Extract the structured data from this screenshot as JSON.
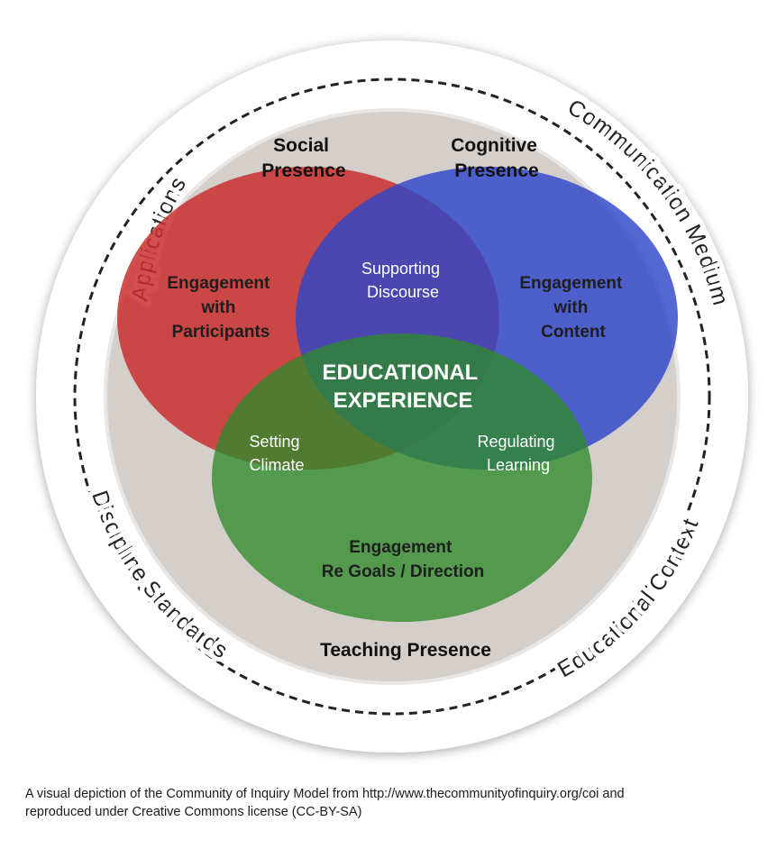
{
  "diagram": {
    "outer_contexts": {
      "left_top": "Applications",
      "right_top": "Communication Medium",
      "left_bottom": "Discipline Standards",
      "right_bottom": "Educational Context"
    },
    "presences": {
      "social": [
        "Social",
        "Presence"
      ],
      "cognitive": [
        "Cognitive",
        "Presence"
      ],
      "teaching": "Teaching Presence"
    },
    "regions": {
      "social_only": [
        "Engagement",
        "with",
        "Participants"
      ],
      "cognitive_only": [
        "Engagement",
        "with",
        "Content"
      ],
      "teaching_only": [
        "Engagement",
        "Re Goals / Direction"
      ],
      "social_cognitive": [
        "Supporting",
        "Discourse"
      ],
      "social_teaching": [
        "Setting",
        "Climate"
      ],
      "cognitive_teaching": [
        "Regulating",
        "Learning"
      ],
      "center": [
        "EDUCATIONAL",
        "EXPERIENCE"
      ]
    },
    "colors": {
      "social": "#c8312f",
      "cognitive": "#2f46c9",
      "teaching": "#3a8a36",
      "background_disc": "#d4cfcb",
      "outer_disc": "#ffffff"
    }
  },
  "caption": {
    "line1": "A visual depiction of the Community of Inquiry Model from http://www.thecommunityofinquiry.org/coi and",
    "line2": "reproduced under Creative Commons license (CC-BY-SA)"
  }
}
